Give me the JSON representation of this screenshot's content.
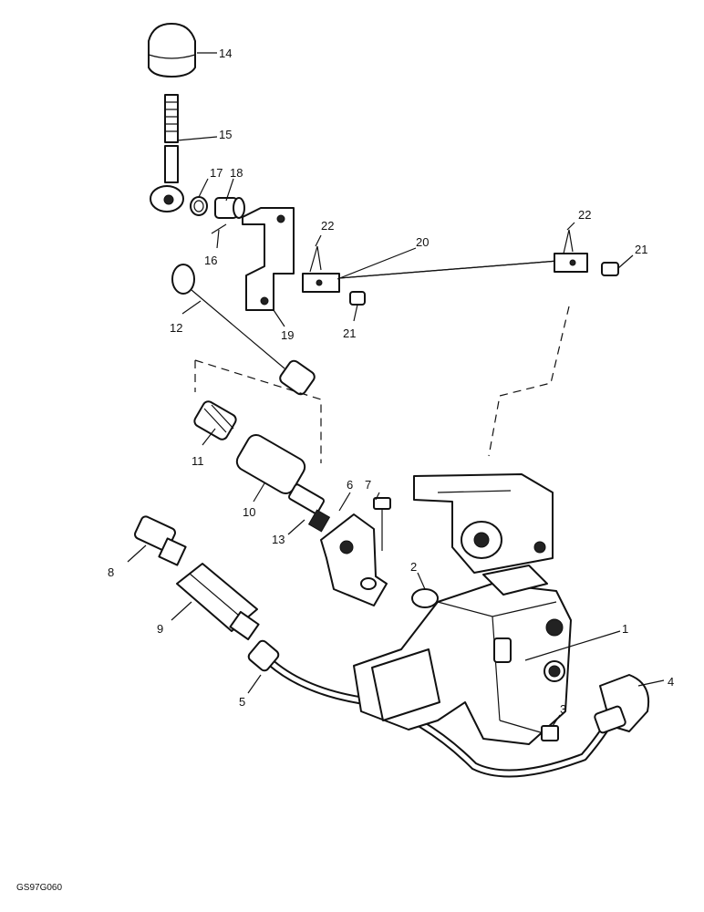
{
  "diagram": {
    "callouts": [
      {
        "id": "1",
        "text": "1"
      },
      {
        "id": "2",
        "text": "2"
      },
      {
        "id": "3",
        "text": "3"
      },
      {
        "id": "4",
        "text": "4"
      },
      {
        "id": "5",
        "text": "5"
      },
      {
        "id": "6",
        "text": "6"
      },
      {
        "id": "7",
        "text": "7"
      },
      {
        "id": "8",
        "text": "8"
      },
      {
        "id": "9",
        "text": "9"
      },
      {
        "id": "10",
        "text": "10"
      },
      {
        "id": "11",
        "text": "11"
      },
      {
        "id": "12",
        "text": "12"
      },
      {
        "id": "13",
        "text": "13"
      },
      {
        "id": "14",
        "text": "14"
      },
      {
        "id": "15",
        "text": "15"
      },
      {
        "id": "16",
        "text": "16"
      },
      {
        "id": "17",
        "text": "17"
      },
      {
        "id": "18",
        "text": "18"
      },
      {
        "id": "19",
        "text": "19"
      },
      {
        "id": "20",
        "text": "20"
      },
      {
        "id": "21a",
        "text": "21"
      },
      {
        "id": "21b",
        "text": "21"
      },
      {
        "id": "22a",
        "text": "22"
      },
      {
        "id": "22b",
        "text": "22"
      }
    ],
    "reference_code": "GS97G060"
  }
}
